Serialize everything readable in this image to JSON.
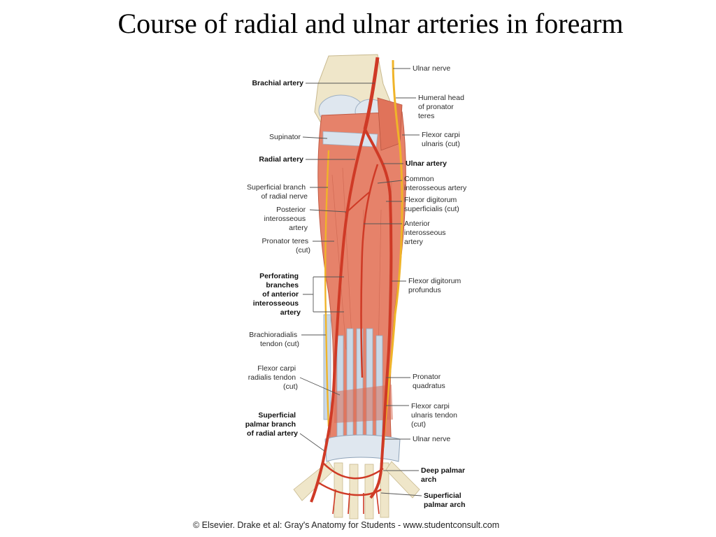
{
  "title": "Course of radial and ulnar arteries in forearm",
  "credit": "© Elsevier. Drake et al: Gray's Anatomy for Students - www.studentconsult.com",
  "colors": {
    "artery": "#cf3a26",
    "muscle": "#e6826a",
    "tendon": "#c9d8e6",
    "bone": "#efe6c9",
    "nerve": "#f0b429"
  },
  "labels_left": {
    "brachial": [
      "Brachial artery"
    ],
    "supinator": [
      "Supinator"
    ],
    "radial": [
      "Radial artery"
    ],
    "sup_branch": [
      "Superficial branch",
      "of radial nerve"
    ],
    "post_inter": [
      "Posterior",
      "interosseous",
      "artery"
    ],
    "pron_teres": [
      "Pronator teres",
      "(cut)"
    ],
    "perforating": [
      "Perforating",
      "branches",
      "of anterior",
      "interosseous",
      "artery"
    ],
    "brachiorad": [
      "Brachioradialis",
      "tendon (cut)"
    ],
    "fcr": [
      "Flexor carpi",
      "radialis tendon",
      "(cut)"
    ],
    "sup_palmar_branch": [
      "Superficial",
      "palmar branch",
      "of radial artery"
    ]
  },
  "labels_right": {
    "ulnar_nerve_top": [
      "Ulnar nerve"
    ],
    "humeral_head": [
      "Humeral head",
      "of pronator",
      "teres"
    ],
    "fcu_cut": [
      "Flexor carpi",
      "ulnaris (cut)"
    ],
    "ulnar_artery": [
      "Ulnar artery"
    ],
    "common_inter": [
      "Common",
      "interosseous artery"
    ],
    "fds": [
      "Flexor digitorum",
      "superficialis (cut)"
    ],
    "ant_inter": [
      "Anterior",
      "interosseous",
      "artery"
    ],
    "fdp": [
      "Flexor digitorum",
      "profundus"
    ],
    "pron_quad": [
      "Pronator",
      "quadratus"
    ],
    "fcu_tendon": [
      "Flexor carpi",
      "ulnaris tendon",
      "(cut)"
    ],
    "ulnar_nerve_bottom": [
      "Ulnar nerve"
    ],
    "deep_arch": [
      "Deep palmar",
      "arch"
    ],
    "sup_arch": [
      "Superficial",
      "palmar arch"
    ]
  }
}
